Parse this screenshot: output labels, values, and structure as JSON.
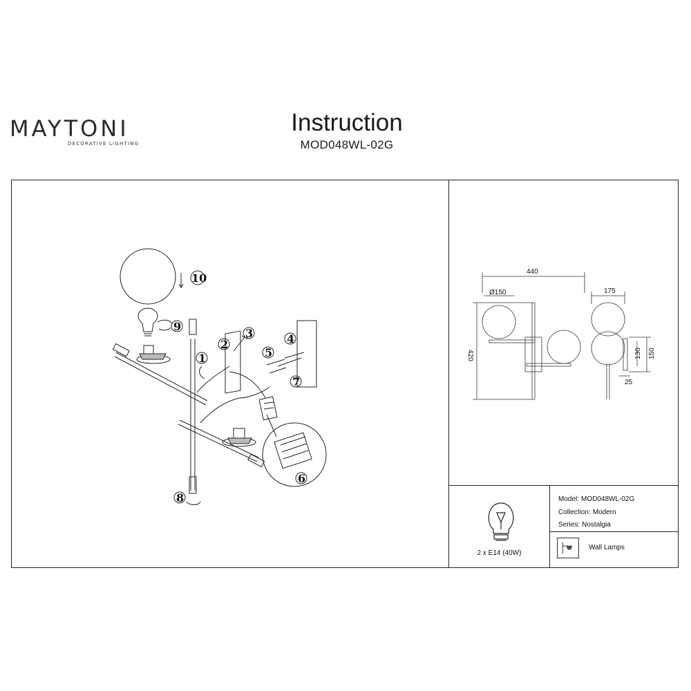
{
  "brand": {
    "name": "MAYTONI",
    "tagline": "DECORATIVE LIGHTING"
  },
  "header": {
    "title": "Instruction",
    "model_code": "MOD048WL-02G"
  },
  "assembly": {
    "steps": [
      "1",
      "2",
      "3",
      "4",
      "5",
      "6",
      "7",
      "8",
      "9",
      "10"
    ]
  },
  "dimensions": {
    "overall_width": "440",
    "globe_diameter": "Ø150",
    "height": "420",
    "depth": "175",
    "mount_height": "130",
    "base_height": "150",
    "base_depth": "25"
  },
  "bulb": {
    "icon": "bulb-icon",
    "spec": "2 x E14 (40W)"
  },
  "specs": {
    "model_label": "Model:",
    "model_value": "MOD048WL-02G",
    "collection_label": "Collection:",
    "collection_value": "Modern",
    "series_label": "Series:",
    "series_value": "Nostalgia"
  },
  "product_type": {
    "icon": "wall-lamp-icon",
    "label": "Wall Lamps"
  }
}
